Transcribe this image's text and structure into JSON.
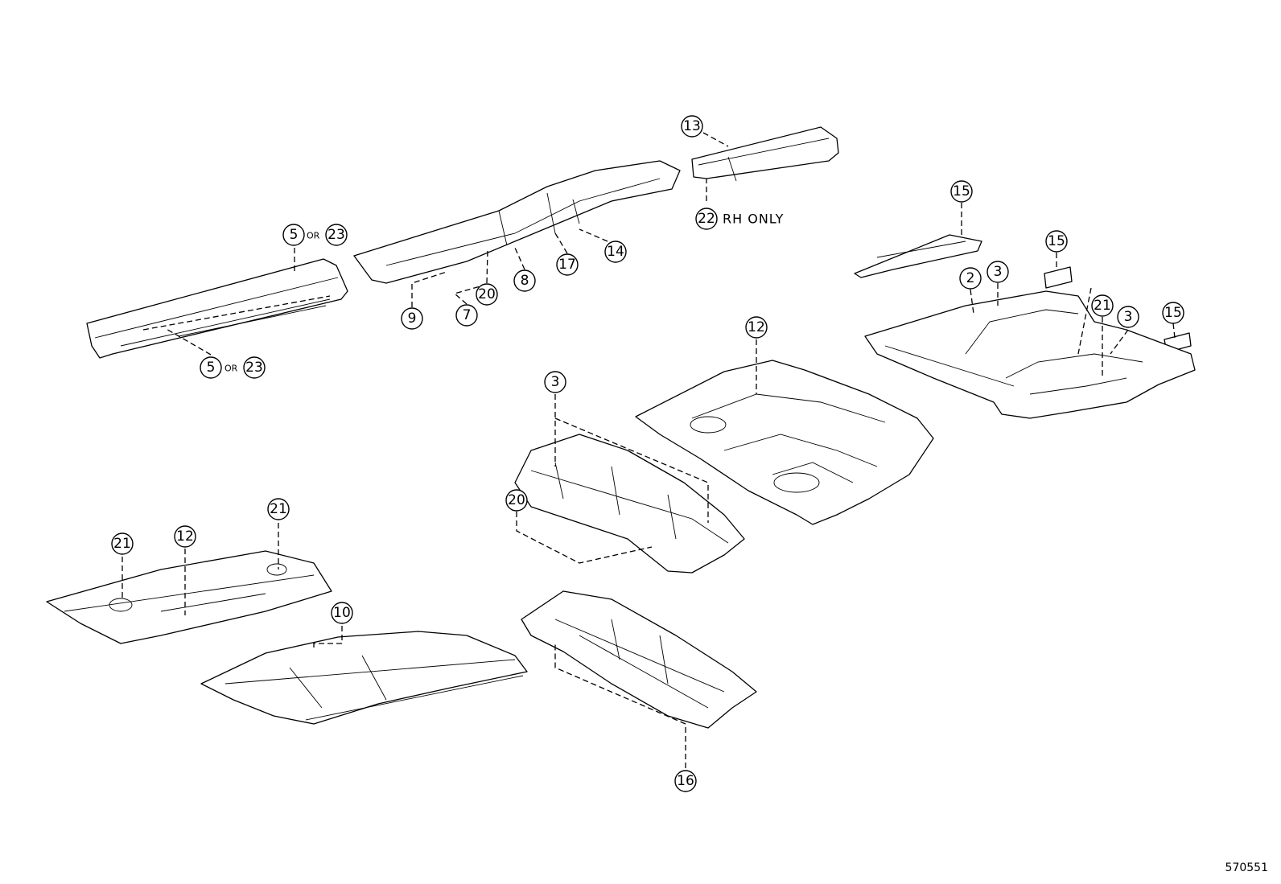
{
  "figure_id": "570551",
  "callouts": [
    {
      "label": "13"
    },
    {
      "label": "22",
      "note": "RH ONLY"
    },
    {
      "label": "5",
      "or_label": "23",
      "or_word": "OR"
    },
    {
      "label": "5",
      "or_label": "23",
      "or_word": "OR"
    },
    {
      "label": "9"
    },
    {
      "label": "7"
    },
    {
      "label": "20"
    },
    {
      "label": "8"
    },
    {
      "label": "17"
    },
    {
      "label": "14"
    },
    {
      "label": "15"
    },
    {
      "label": "15"
    },
    {
      "label": "15"
    },
    {
      "label": "2"
    },
    {
      "label": "3"
    },
    {
      "label": "21"
    },
    {
      "label": "3"
    },
    {
      "label": "12"
    },
    {
      "label": "3"
    },
    {
      "label": "20"
    },
    {
      "label": "21"
    },
    {
      "label": "12"
    },
    {
      "label": "21"
    },
    {
      "label": "10"
    },
    {
      "label": "16"
    }
  ]
}
